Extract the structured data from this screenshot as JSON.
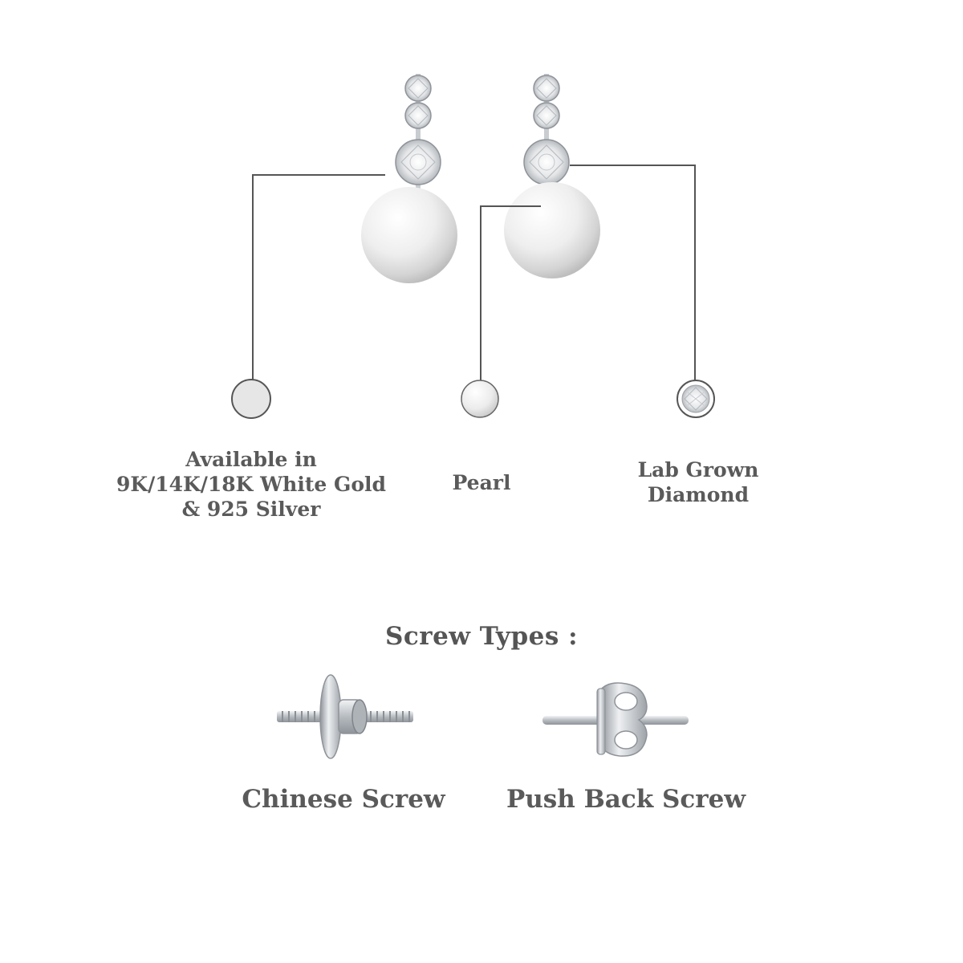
{
  "materials": [
    {
      "lines": [
        "Available in",
        "9K/14K/18K White Gold",
        "& 925 Silver"
      ],
      "swatch_color": "#e6e6e6"
    },
    {
      "lines": [
        "Pearl"
      ],
      "swatch_color": "#f1f1f1"
    },
    {
      "lines": [
        "Lab Grown",
        "Diamond"
      ],
      "swatch_color": "#ffffff"
    }
  ],
  "screw_section": {
    "title": "Screw Types :",
    "types": [
      {
        "label": "Chinese Screw"
      },
      {
        "label": "Push Back Screw"
      }
    ]
  },
  "colors": {
    "text": "#5a5a5a",
    "leader_line": "#555555",
    "metal": "#c8ccd0",
    "pearl": "#eeeeee"
  }
}
